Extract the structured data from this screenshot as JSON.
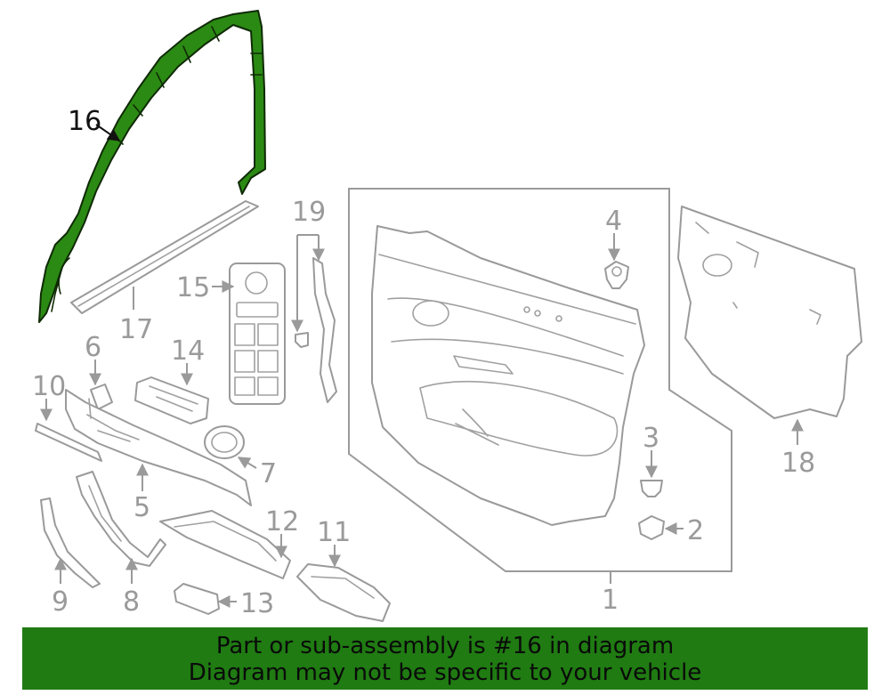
{
  "callouts": {
    "c1": "1",
    "c2": "2",
    "c3": "3",
    "c4": "4",
    "c5": "5",
    "c6": "6",
    "c7": "7",
    "c8": "8",
    "c9": "9",
    "c10": "10",
    "c11": "11",
    "c12": "12",
    "c13": "13",
    "c14": "14",
    "c15": "15",
    "c16": "16",
    "c17": "17",
    "c18": "18",
    "c19": "19"
  },
  "highlighted_part": "16",
  "colors": {
    "highlight": "#2b8a13",
    "banner": "#1f7b12",
    "line": "#9a9a9a"
  },
  "banner": {
    "line1": "Part or sub-assembly is #16 in diagram",
    "line2": "Diagram may not be specific to your vehicle"
  }
}
